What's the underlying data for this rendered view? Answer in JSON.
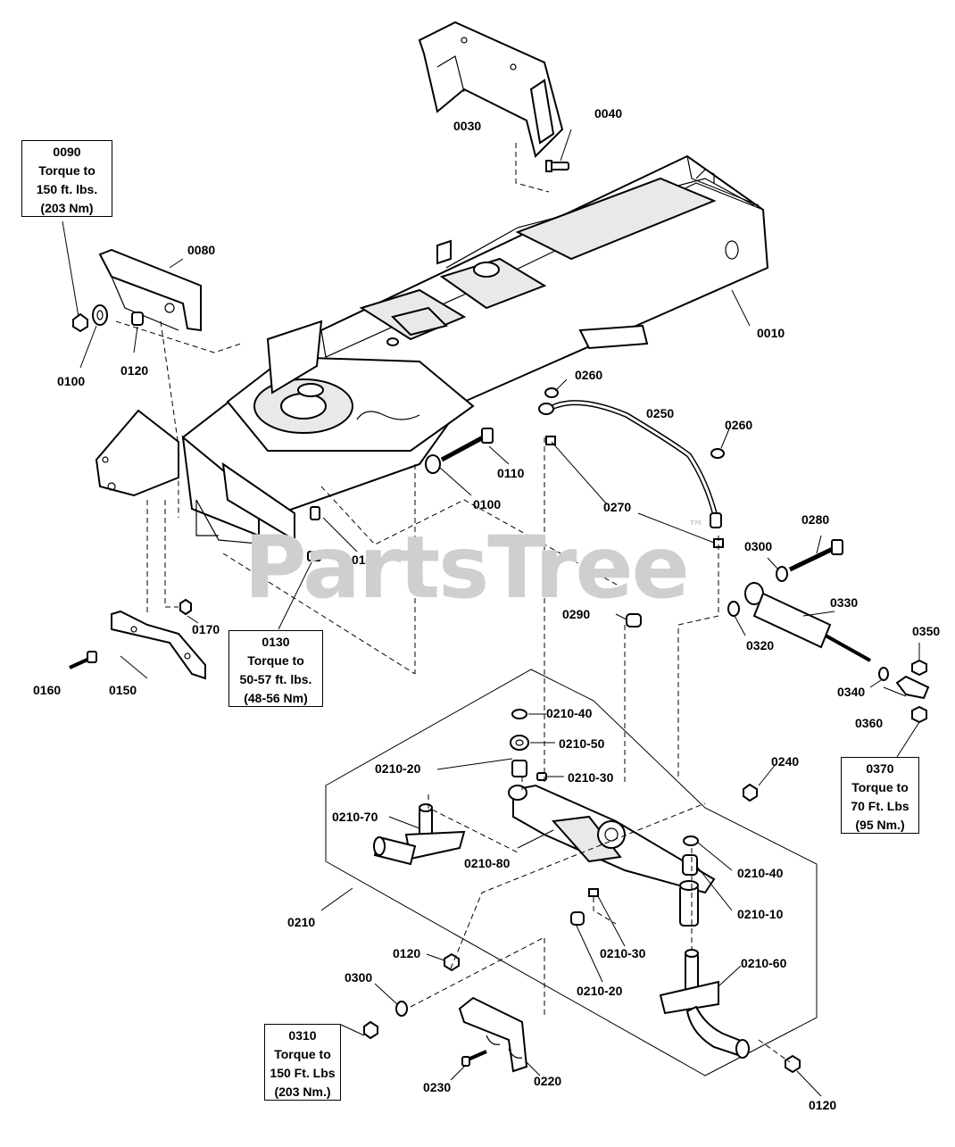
{
  "watermark": {
    "text": "PartsTree",
    "mark": "™"
  },
  "callouts": {
    "c0090": [
      "0090",
      "Torque to",
      "150 ft. lbs.",
      "(203 Nm)"
    ],
    "c0130": [
      "0130",
      "Torque to",
      "50-57 ft. lbs.",
      "(48-56 Nm)"
    ],
    "c0370": [
      "0370",
      "Torque to",
      "70 Ft. Lbs",
      "(95 Nm.)"
    ],
    "c0310": [
      "0310",
      "Torque to",
      "150 Ft. Lbs",
      "(203 Nm.)"
    ]
  },
  "labels": {
    "l0030": "0030",
    "l0040": "0040",
    "l0080": "0080",
    "l0100a": "0100",
    "l0120a": "0120",
    "l0010": "0010",
    "l0260a": "0260",
    "l0250": "0250",
    "l0260b": "0260",
    "l0110": "0110",
    "l0100b": "0100",
    "l0270": "0270",
    "l0280": "0280",
    "l0300a": "0300",
    "l0140": "0140",
    "l0330": "0330",
    "l0350": "0350",
    "l0290": "0290",
    "l0320": "0320",
    "l0170": "0170",
    "l0160": "0160",
    "l0150": "0150",
    "l0340": "0340",
    "l0360": "0360",
    "l0210_40a": "0210-40",
    "l0210_50": "0210-50",
    "l0210_20a": "0210-20",
    "l0210_30a": "0210-30",
    "l0240": "0240",
    "l0210_70": "0210-70",
    "l0210_80": "0210-80",
    "l0210_40b": "0210-40",
    "l0210_10": "0210-10",
    "l0210": "0210",
    "l0210_30b": "0210-30",
    "l0120b": "0120",
    "l0300b": "0300",
    "l0210_60": "0210-60",
    "l0210_20b": "0210-20",
    "l0230": "0230",
    "l0220": "0220",
    "l0120c": "0120"
  }
}
